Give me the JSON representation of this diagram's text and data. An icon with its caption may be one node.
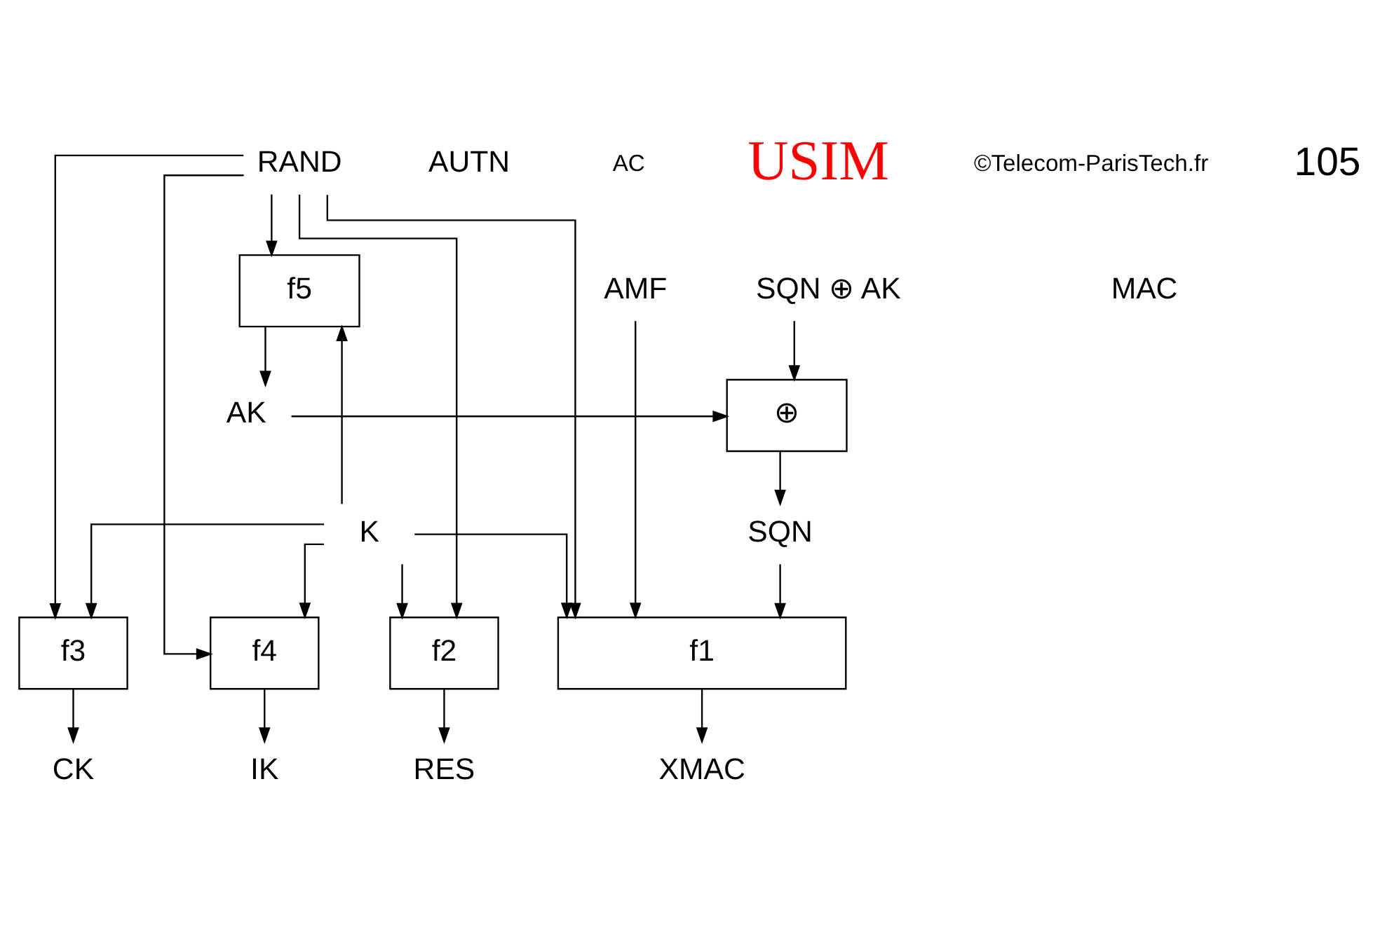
{
  "diagram": {
    "nodes": [
      {
        "text": [
          "RAND"
        ]
      },
      {
        "text": [
          "AUTN"
        ]
      },
      {
        "text": [
          "SQN ⊕ AK"
        ]
      },
      {
        "text": [
          "AMF"
        ]
      },
      {
        "text": [
          "MAC"
        ]
      },
      {
        "text": [
          "f5"
        ]
      },
      {
        "text": [
          "AK"
        ]
      },
      {
        "text": [
          "⊕"
        ]
      },
      {
        "text": [
          "SQN"
        ]
      },
      {
        "text": [
          "K"
        ]
      },
      {
        "text": [
          "f1"
        ]
      },
      {
        "text": [
          "f2"
        ]
      },
      {
        "text": [
          "f3"
        ]
      },
      {
        "text": [
          "f4"
        ]
      },
      {
        "text": [
          "XMAC"
        ]
      },
      {
        "text": [
          "RES"
        ]
      },
      {
        "text": [
          "CK"
        ]
      },
      {
        "text": [
          "IK"
        ]
      }
    ],
    "edges": [
      {
        "from": 0,
        "to": 5,
        "arrow": "to"
      },
      {
        "from": 9,
        "to": 5,
        "arrow": "to"
      },
      {
        "from": 5,
        "to": 6,
        "arrow": "to"
      },
      {
        "from": 6,
        "to": 7,
        "arrow": "to"
      },
      {
        "from": 2,
        "to": 7,
        "arrow": "to"
      },
      {
        "from": 7,
        "to": 8,
        "arrow": "to"
      },
      {
        "from": 9,
        "to": 10,
        "arrow": "to"
      },
      {
        "from": 8,
        "to": 10,
        "arrow": "to"
      },
      {
        "from": 3,
        "to": 10,
        "arrow": "to"
      },
      {
        "from": 0,
        "to": 10,
        "arrow": "to"
      },
      {
        "from": 9,
        "to": 11,
        "arrow": "to"
      },
      {
        "from": 0,
        "to": 11,
        "arrow": "to"
      },
      {
        "from": 9,
        "to": 12,
        "arrow": "to"
      },
      {
        "from": 0,
        "to": 12,
        "arrow": "to"
      },
      {
        "from": 9,
        "to": 13,
        "arrow": "to"
      },
      {
        "from": 0,
        "to": 13,
        "arrow": "to"
      },
      {
        "from": 10,
        "to": 14,
        "arrow": "to"
      },
      {
        "from": 11,
        "to": 15,
        "arrow": "to"
      },
      {
        "from": 12,
        "to": 16,
        "arrow": "to"
      },
      {
        "from": 13,
        "to": 17,
        "arrow": "to"
      }
    ],
    "labels": [
      "AC",
      "USIM",
      "©Telecom-ParisTech.fr",
      "105"
    ]
  }
}
